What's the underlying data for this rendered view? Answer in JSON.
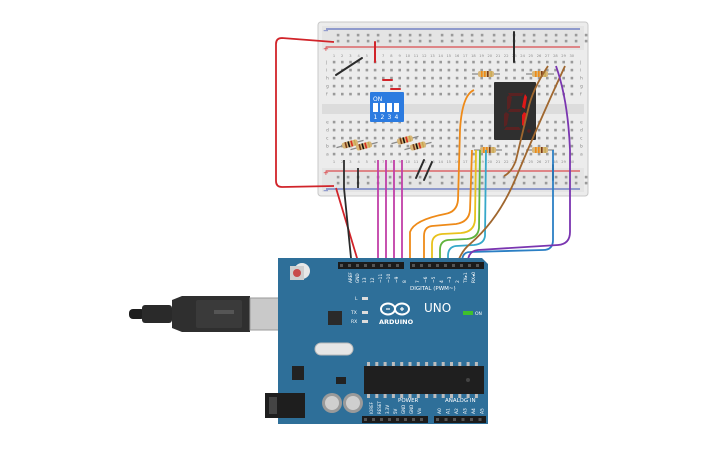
{
  "colors": {
    "board": "#2e6f99",
    "board_dark": "#1f5578",
    "breadboard": "#ececec",
    "rail_red": "#d9262a",
    "rail_blue": "#3a4fb4",
    "wire_red": "#d1242a",
    "wire_black": "#2b2b2b",
    "wire_magenta": "#c13ea8",
    "wire_orange": "#ee8a18",
    "wire_yellow": "#e8c21c",
    "wire_green": "#5fb33c",
    "wire_cyan": "#36a8c9",
    "wire_blue": "#2b7fc4",
    "wire_brown": "#a0672f",
    "wire_purple": "#7a35b0",
    "segment_on": "#e01818",
    "segment_off": "#5a2222",
    "dip_switch": "#2c7be0"
  },
  "breadboard": {
    "row_letters_top": [
      "j",
      "i",
      "h",
      "g",
      "f"
    ],
    "row_letters_bottom": [
      "e",
      "d",
      "c",
      "b",
      "a"
    ],
    "column_numbers": [
      "1",
      "2",
      "3",
      "4",
      "5",
      "6",
      "7",
      "8",
      "9",
      "10",
      "11",
      "12",
      "13",
      "14",
      "15",
      "16",
      "17",
      "18",
      "19",
      "20",
      "21",
      "22",
      "23",
      "24",
      "25",
      "26",
      "27",
      "28",
      "29",
      "30"
    ]
  },
  "dip_switch": {
    "on_label": "ON",
    "switch_numbers": [
      "1",
      "2",
      "3",
      "4"
    ]
  },
  "seven_segment": {
    "digit_shown": "1"
  },
  "arduino": {
    "brand": "ARDUINO",
    "model": "UNO",
    "on_label": "ON",
    "digital_header_label": "DIGITAL (PWM~)",
    "power_label": "POWER",
    "analog_label": "ANALOG IN",
    "led_labels": [
      "L",
      "TX",
      "RX"
    ],
    "aref_labels": [
      "AREF",
      "GND"
    ],
    "digital_pins": [
      "13",
      "12",
      "~11",
      "~10",
      "~9",
      "8",
      "7",
      "~6",
      "~5",
      "4",
      "~3",
      "2",
      "TX▸1",
      "RX◂0"
    ],
    "power_pins": [
      "IOREF",
      "RESET",
      "3.3V",
      "5V",
      "GND",
      "GND",
      "Vin"
    ],
    "analog_pins": [
      "A0",
      "A1",
      "A2",
      "A3",
      "A4",
      "A5"
    ]
  }
}
